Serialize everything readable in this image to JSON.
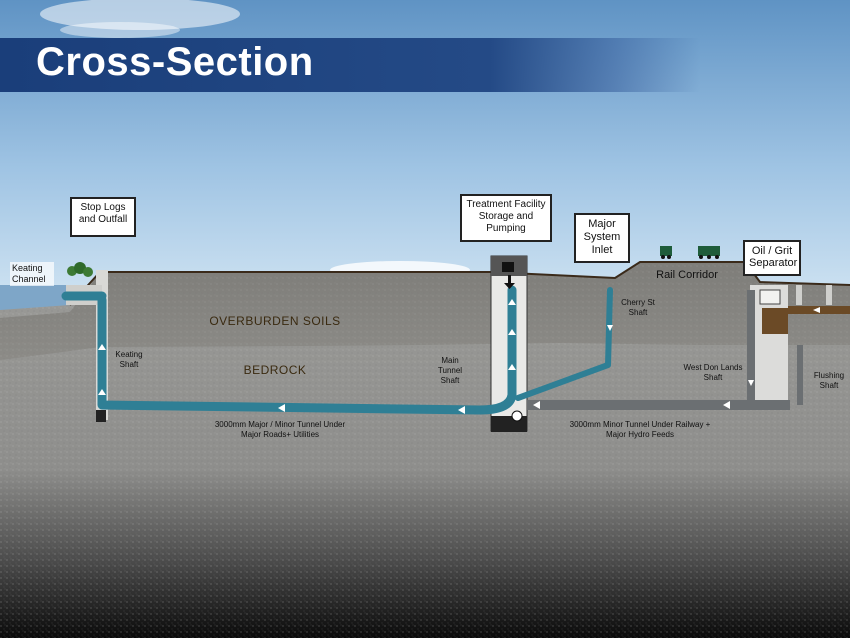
{
  "title": "Cross-Section",
  "callouts": {
    "stop_logs": "Stop Logs and Outfall",
    "treatment": "Treatment Facility Storage and Pumping",
    "major_inlet": "Major System Inlet",
    "oil_grit": "Oil / Grit Separator",
    "keating_channel": "Keating Channel"
  },
  "labels": {
    "rail_corridor": "Rail Corridor",
    "overburden": "OVERBURDEN SOILS",
    "bedrock": "BEDROCK",
    "keating_shaft": "Keating Shaft",
    "main_tunnel_shaft": "Main Tunnel Shaft",
    "cherry_st_shaft": "Cherry St Shaft",
    "west_don_shaft": "West Don Lands Shaft",
    "flushing_shaft": "Flushing Shaft",
    "tunnel_major": "3000mm Major / Minor Tunnel Under Major Roads+ Utilities",
    "tunnel_minor": "3000mm Minor Tunnel Under Railway + Major Hydro Feeds"
  },
  "colors": {
    "title_bar": "#1f4580",
    "water_pipe": "#2f7f95",
    "grey_pipe": "#6b6f72",
    "sky_top": "#5f93c4",
    "sky_bottom": "#cfe3f2",
    "overburden": "#8a8a86",
    "bedrock": "#9a9a98"
  },
  "icons": [
    "tree-icon",
    "train-icon",
    "pump-arrow-icon"
  ]
}
